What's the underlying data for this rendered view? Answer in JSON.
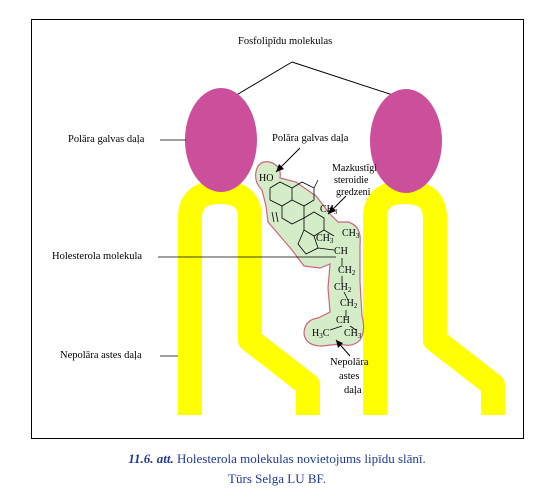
{
  "figure": {
    "labels": {
      "phospholipid": "Fosfolipīdu molekulas",
      "polar_head": "Polāra galvas daļa",
      "polar_head_cholesterol": "Polāra galvas daļa",
      "rigid_rings_1": "Mazkustīgi",
      "rigid_rings_2": "steroidie",
      "rigid_rings_3": "gredzeni",
      "cholesterol": "Holesterola molekula",
      "nonpolar_tail": "Nepolāra astes daļa",
      "nonpolar_tail_chol_1": "Nepolāra",
      "nonpolar_tail_chol_2": "astes",
      "nonpolar_tail_chol_3": "daļa"
    },
    "chemistry": {
      "ho": "HO",
      "ch3_a": "CH",
      "ch3_a_sub": "3",
      "ch3_b": "CH",
      "ch3_b_sub": "3",
      "ch3_c": "CH",
      "ch3_c_sub": "3",
      "ch_1": "CH",
      "ch2_1": "CH",
      "ch2_1_sub": "2",
      "ch2_2": "CH",
      "ch2_2_sub": "2",
      "ch2_3": "CH",
      "ch2_3_sub": "2",
      "ch_2": "CH",
      "h3c_h": "H",
      "h3c_sub": "3",
      "h3c_c": "C",
      "ch3_d": "CH",
      "ch3_d_sub": "3"
    },
    "colors": {
      "head": "#cc4f9c",
      "tail": "#ffff00",
      "tail_stroke": "#b8b800",
      "cholesterol_fill": "#d4ecc8",
      "cholesterol_stroke": "#cc6680"
    }
  },
  "caption": {
    "number": "11.6. att.",
    "title": "Holesterola molekulas novietojums lipīdu slānī.",
    "author": "Tūrs Selga LU BF."
  }
}
